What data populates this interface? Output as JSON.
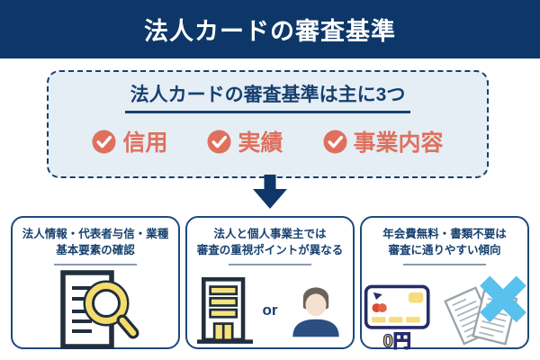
{
  "header": {
    "title": "法人カードの審査基準"
  },
  "summary_box": {
    "title": "法人カードの審査基準は主に3つ",
    "items": [
      {
        "label": "信用"
      },
      {
        "label": "実績"
      },
      {
        "label": "事業内容"
      }
    ]
  },
  "cards": [
    {
      "title_line1": "法人情報・代表者与信・業種",
      "title_line2": "基本要素の確認",
      "icon": "document-magnifier-icon"
    },
    {
      "title_line1": "法人と個人事業主では",
      "title_line2": "審査の重視ポイントが異なる",
      "or_label": "or",
      "icons": [
        "office-building-icon",
        "business-person-icon"
      ]
    },
    {
      "title_line1": "年会費無料・書類不要は",
      "title_line2": "審査に通りやすい傾向",
      "price_label": "0円",
      "icons": [
        "credit-card-icon",
        "rejected-documents-icon"
      ]
    }
  ],
  "icons": {
    "check": "check-circle-icon",
    "arrow": "down-arrow-icon"
  },
  "colors": {
    "navy_header": "#0d3768",
    "navy_text": "#16406f",
    "box_bg": "#e5eef5",
    "coral": "#e0705e",
    "icon_outline": "#212e3e",
    "yellow": "#f3dc6a",
    "cyan_x": "#58c1ee",
    "divider_gray": "#8a9ab0"
  }
}
